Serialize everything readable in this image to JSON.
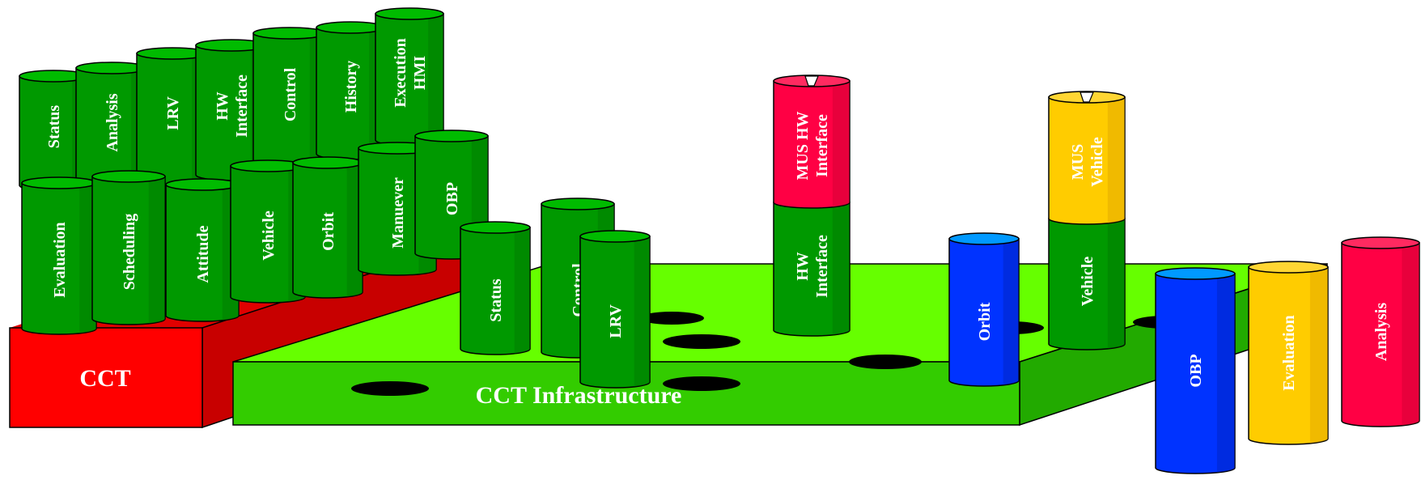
{
  "colors": {
    "green": "#009900",
    "green_dark": "#007700",
    "green_top": "#00bb00",
    "red": "#ff0044",
    "red_dark": "#cc0033",
    "red_top": "#ff2a60",
    "yellow": "#ffcc00",
    "yellow_dark": "#dda500",
    "yellow_top": "#ffd633",
    "blue": "#0033ff",
    "blue_dark": "#0022bb",
    "blue_top": "#0099ff",
    "cct_block_red": "#ff0000",
    "cct_block_red_dark": "#c80000",
    "platform_top": "#66ff00",
    "platform_front": "#33cc00",
    "platform_side": "#22aa00",
    "hole": "#000000"
  },
  "blocks": {
    "cct": "CCT",
    "infrastructure": "CCT Infrastructure"
  },
  "cct_rear_row": [
    {
      "id": "status",
      "label": [
        "Status"
      ]
    },
    {
      "id": "analysis",
      "label": [
        "Analysis"
      ]
    },
    {
      "id": "lrv",
      "label": [
        "LRV"
      ]
    },
    {
      "id": "hw-interface",
      "label": [
        "HW",
        "Interface"
      ]
    },
    {
      "id": "control",
      "label": [
        "Control"
      ]
    },
    {
      "id": "history",
      "label": [
        "History"
      ]
    },
    {
      "id": "execution-hmi",
      "label": [
        "Execution",
        "HMI"
      ]
    }
  ],
  "cct_front_row": [
    {
      "id": "evaluation",
      "label": [
        "Evaluation"
      ]
    },
    {
      "id": "scheduling",
      "label": [
        "Scheduling"
      ]
    },
    {
      "id": "attitude",
      "label": [
        "Attitude"
      ]
    },
    {
      "id": "vehicle",
      "label": [
        "Vehicle"
      ]
    },
    {
      "id": "orbit",
      "label": [
        "Orbit"
      ]
    },
    {
      "id": "manuever",
      "label": [
        "Manuever"
      ]
    },
    {
      "id": "obp",
      "label": [
        "OBP"
      ]
    }
  ],
  "infra_cylinders": [
    {
      "id": "status",
      "label": [
        "Status"
      ]
    },
    {
      "id": "control",
      "label": [
        "Control"
      ]
    },
    {
      "id": "lrv",
      "label": [
        "LRV"
      ]
    },
    {
      "id": "orbit",
      "label": [
        "Orbit"
      ]
    }
  ],
  "stacked_cylinders": [
    {
      "id": "hw-interface",
      "top_label": [
        "MUS HW",
        "Interface"
      ],
      "bottom_label": [
        "HW",
        "Interface"
      ]
    },
    {
      "id": "vehicle",
      "top_label": [
        "MUS",
        "Vehicle"
      ],
      "bottom_label": [
        "Vehicle"
      ]
    }
  ],
  "loose_cylinders": [
    {
      "id": "obp",
      "label": [
        "OBP"
      ]
    },
    {
      "id": "evaluation",
      "label": [
        "Evaluation"
      ]
    },
    {
      "id": "analysis",
      "label": [
        "Analysis"
      ]
    }
  ]
}
